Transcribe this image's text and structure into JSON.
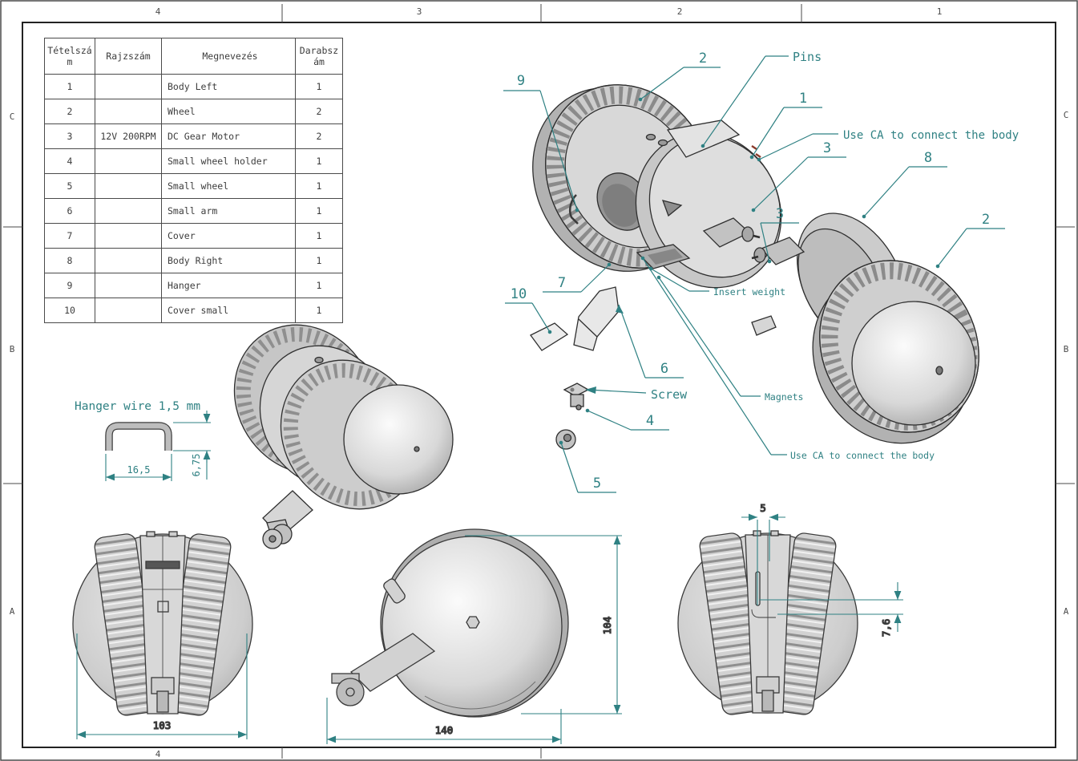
{
  "frame": {
    "zones_top": [
      "4",
      "3",
      "2",
      "1"
    ],
    "zones_bottom": [
      "4"
    ],
    "zones_left": [
      "C",
      "B",
      "A"
    ],
    "zones_right": [
      "C",
      "B",
      "A"
    ]
  },
  "bom": {
    "headers": [
      "Tételszám",
      "Rajzszám",
      "Megnevezés",
      "Darabszám"
    ],
    "rows": [
      [
        "1",
        "",
        "Body Left",
        "1"
      ],
      [
        "2",
        "",
        "Wheel",
        "2"
      ],
      [
        "3",
        "12V 200RPM",
        "DC Gear Motor",
        "2"
      ],
      [
        "4",
        "",
        "Small wheel holder",
        "1"
      ],
      [
        "5",
        "",
        "Small wheel",
        "1"
      ],
      [
        "6",
        "",
        "Small arm",
        "1"
      ],
      [
        "7",
        "",
        "Cover",
        "1"
      ],
      [
        "8",
        "",
        "Body Right",
        "1"
      ],
      [
        "9",
        "",
        "Hanger",
        "1"
      ],
      [
        "10",
        "",
        "Cover small",
        "1"
      ]
    ]
  },
  "callouts": {
    "hanger": "9",
    "wheel_left": "2",
    "pins": "Pins",
    "body_left": "1",
    "use_ca_top": "Use CA to connect the body",
    "motor_a": "3",
    "body_right": "8",
    "motor_b": "3",
    "wheel_right": "2",
    "cover_small": "10",
    "cover": "7",
    "insert_weight": "Insert weight",
    "small_arm": "6",
    "screw": "Screw",
    "holder": "4",
    "small_wheel": "5",
    "magnets": "Magnets",
    "use_ca_bottom": "Use CA to connect the body"
  },
  "dims": {
    "hanger_title": "Hanger wire 1,5 mm",
    "hanger_width": "16,5",
    "hanger_height": "6,75",
    "front_width": "103",
    "side_width": "140",
    "side_height": "104",
    "rear_slot": "5",
    "rear_offset": "7,6"
  },
  "colors": {
    "annotation": "#2f8183",
    "line": "#3d3d3d",
    "glue_mark": "#8a3a2a"
  }
}
